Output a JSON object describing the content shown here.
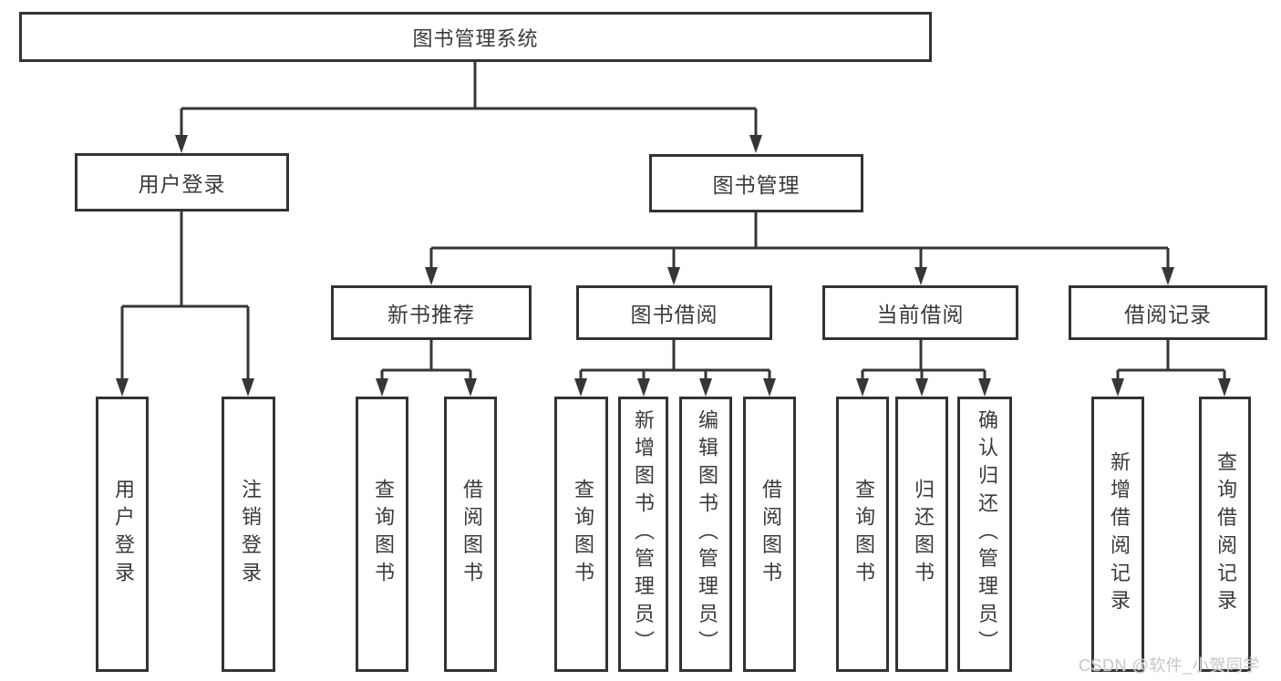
{
  "diagram": {
    "type": "tree",
    "root": {
      "label": "图书管理系统"
    },
    "level2": [
      {
        "label": "用户登录",
        "parent": "图书管理系统"
      },
      {
        "label": "图书管理",
        "parent": "图书管理系统"
      }
    ],
    "level3": [
      {
        "label": "新书推荐",
        "parent": "图书管理"
      },
      {
        "label": "图书借阅",
        "parent": "图书管理"
      },
      {
        "label": "当前借阅",
        "parent": "图书管理"
      },
      {
        "label": "借阅记录",
        "parent": "图书管理"
      }
    ],
    "leaves": [
      {
        "label": "用户登录",
        "parent": "用户登录"
      },
      {
        "label": "注销登录",
        "parent": "用户登录"
      },
      {
        "label": "查询图书",
        "parent": "新书推荐"
      },
      {
        "label": "借阅图书",
        "parent": "新书推荐"
      },
      {
        "label": "查询图书",
        "parent": "图书借阅"
      },
      {
        "label": "新增图书（管理员）",
        "parent": "图书借阅"
      },
      {
        "label": "编辑图书（管理员）",
        "parent": "图书借阅"
      },
      {
        "label": "借阅图书",
        "parent": "图书借阅"
      },
      {
        "label": "查询图书",
        "parent": "当前借阅"
      },
      {
        "label": "归还图书",
        "parent": "当前借阅"
      },
      {
        "label": "确认归还（管理员）",
        "parent": "当前借阅"
      },
      {
        "label": "新增借阅记录",
        "parent": "借阅记录"
      },
      {
        "label": "查询借阅记录",
        "parent": "借阅记录"
      }
    ]
  },
  "watermark": {
    "text": "CSDN @软件_小贺同学"
  },
  "colors": {
    "background": "#ffffff",
    "line": "#363636",
    "box_border": "#333333",
    "text": "#3a3a3a",
    "watermark": "#cbcbcb"
  }
}
